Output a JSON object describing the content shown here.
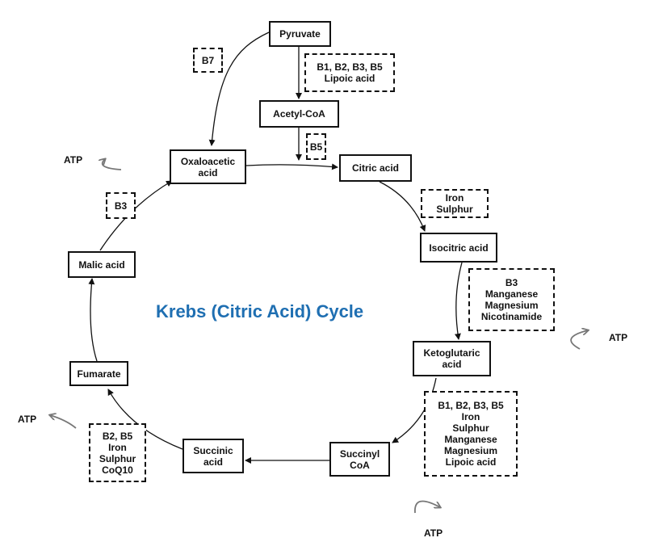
{
  "title": "Krebs (Citric Acid) Cycle",
  "colors": {
    "title": "#1f6fb2",
    "stroke": "#111111",
    "atp_arrow": "#777777"
  },
  "nodes": {
    "pyruvate": "Pyruvate",
    "acetyl_coa": "Acetyl-CoA",
    "oxaloacetic_acid": [
      "Oxaloacetic",
      "acid"
    ],
    "citric_acid": "Citric acid",
    "isocitric_acid": "Isocitric acid",
    "ketoglutaric_acid": [
      "Ketoglutaric",
      "acid"
    ],
    "succinyl_coa": [
      "Succinyl",
      "CoA"
    ],
    "succinic_acid": [
      "Succinic",
      "acid"
    ],
    "fumarate": "Fumarate",
    "malic_acid": "Malic acid"
  },
  "cofactors": {
    "b7": [
      "B7"
    ],
    "pyruvate_to_acetyl": [
      "B1, B2, B3, B5",
      "Lipoic acid"
    ],
    "b5": [
      "B5"
    ],
    "iron_sulphur": [
      "Iron",
      "Sulphur"
    ],
    "isocitric": [
      "B3",
      "Manganese",
      "Magnesium",
      "Nicotinamide"
    ],
    "ketoglutaric": [
      "B1, B2, B3, B5",
      "Iron",
      "Sulphur",
      "Manganese",
      "Magnesium",
      "Lipoic acid"
    ],
    "succinic": [
      "B2, B5",
      "Iron",
      "Sulphur",
      "CoQ10"
    ],
    "b3": [
      "B3"
    ]
  },
  "atp_label": "ATP"
}
